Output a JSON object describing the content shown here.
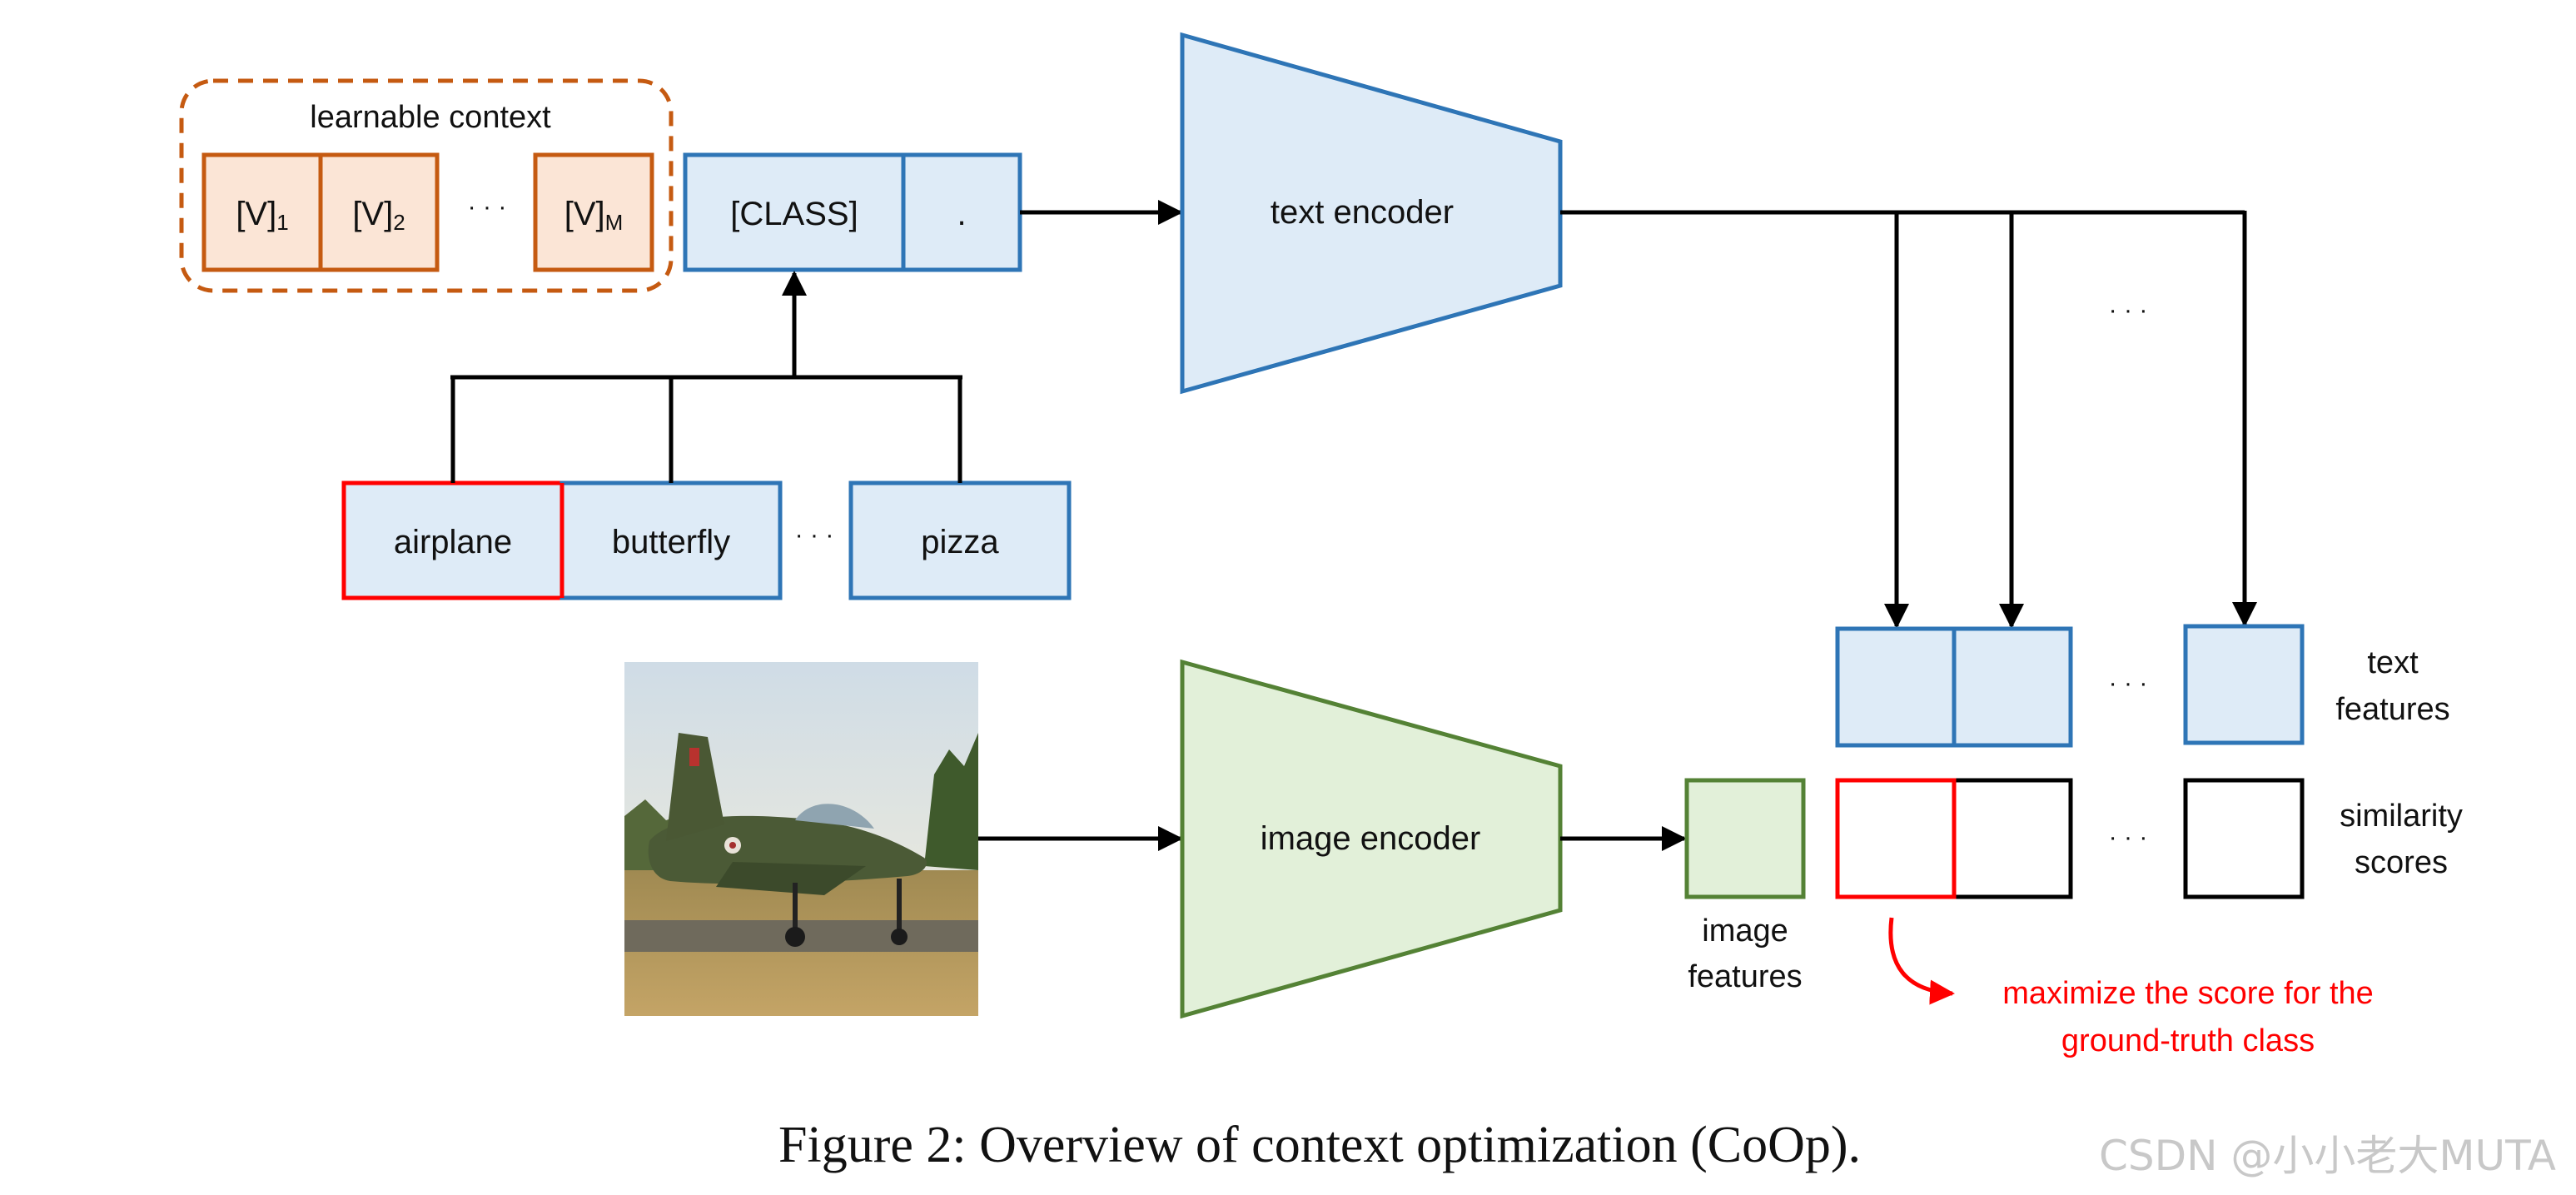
{
  "context": {
    "title": "learnable context",
    "tokens": [
      "[V]",
      "[V]",
      "[V]"
    ],
    "subscripts": [
      "1",
      "2",
      "M"
    ],
    "ellipsis": "· · ·"
  },
  "prompt": {
    "class_token": "[CLASS]",
    "period_token": "."
  },
  "classes": {
    "items": [
      "airplane",
      "butterfly",
      "pizza"
    ],
    "ellipsis": "· · ·"
  },
  "encoders": {
    "text": "text encoder",
    "image": "image encoder"
  },
  "features": {
    "text_ellipsis_top": "· · ·",
    "text_ellipsis": "· · ·",
    "scores_ellipsis": "· · ·",
    "text_label": [
      "text",
      "features"
    ],
    "scores_label": [
      "similarity",
      "scores"
    ],
    "image_label": [
      "image",
      "features"
    ]
  },
  "objective": [
    "maximize the score for the",
    "ground-truth class"
  ],
  "caption": "Figure 2: Overview of context optimization (CoOp).",
  "watermark": "CSDN @小小老大MUTA",
  "colors": {
    "context_fill": "#FBE5D6",
    "context_stroke": "#C55A11",
    "text_fill": "#DEEBF7",
    "text_stroke": "#2E75B6",
    "image_fill": "#E2F0D9",
    "image_stroke": "#548235",
    "highlight": "#FF0000",
    "line": "#000000"
  }
}
